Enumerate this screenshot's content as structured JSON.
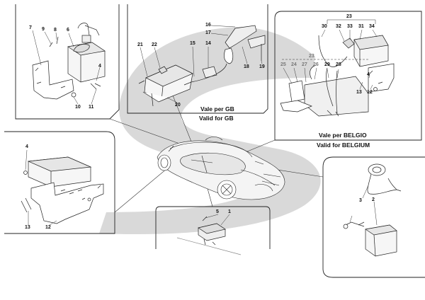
{
  "labels": {
    "p1": {
      "n7": "7",
      "n9": "9",
      "n8": "8",
      "n6": "6",
      "n4": "4",
      "n10": "10",
      "n11": "11"
    },
    "p2": {
      "n16": "16",
      "n17": "17",
      "n21": "21",
      "n22": "22",
      "n15": "15",
      "n14": "14",
      "n18": "18",
      "n19": "19",
      "n20": "20"
    },
    "p3": {
      "n23a": "23",
      "n30": "30",
      "n32": "32",
      "n33": "33",
      "n31": "31",
      "n34": "34",
      "n23b": "23",
      "n25": "25",
      "n24": "24",
      "n27": "27",
      "n26": "26",
      "n29": "29",
      "n28": "28",
      "n4": "4",
      "n13": "13",
      "n12": "12"
    },
    "p4": {
      "n4": "4",
      "n13": "13",
      "n12": "12"
    },
    "p5": {
      "n5": "5",
      "n1": "1"
    },
    "p6": {
      "n3": "3",
      "n2": "2"
    }
  },
  "captions": {
    "gb_it": "Vale per GB",
    "gb_en": "Valid for GB",
    "be_it": "Vale per BELGIO",
    "be_en": "Valid for BELGIUM"
  }
}
